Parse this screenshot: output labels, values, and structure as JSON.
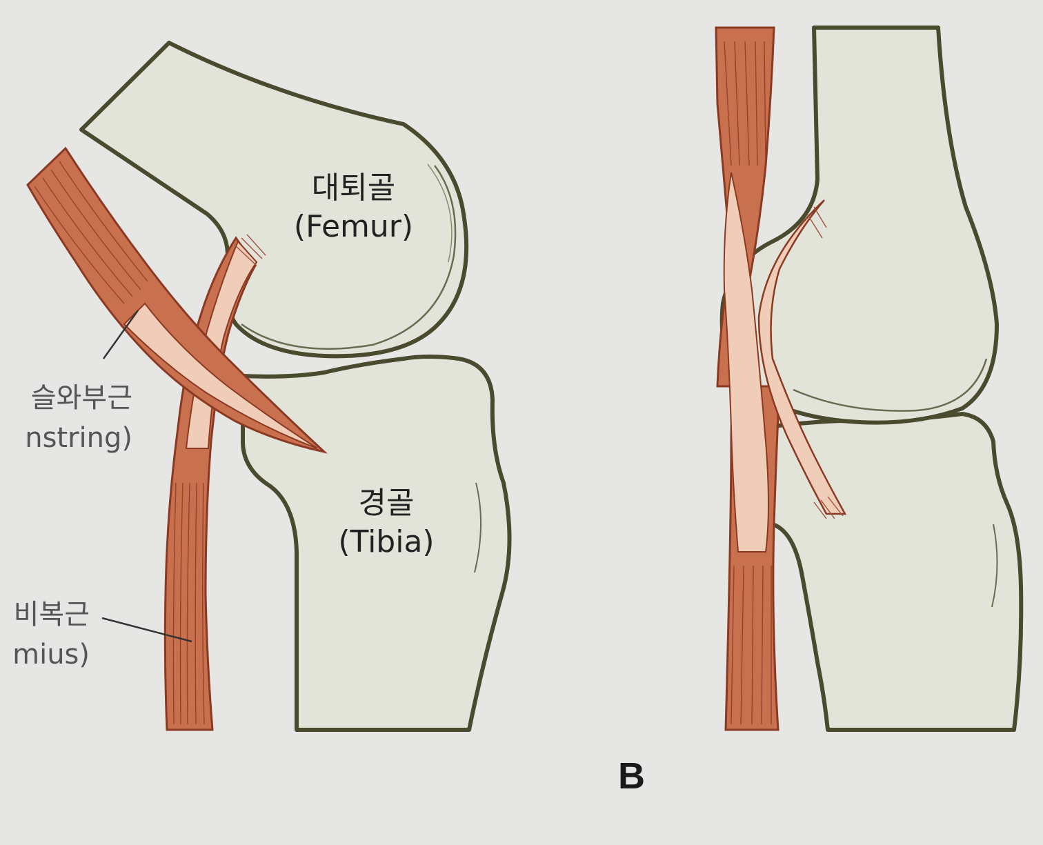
{
  "labels": {
    "femur": {
      "korean": "대퇴골",
      "latin": "(Femur)"
    },
    "tibia": {
      "korean": "경골",
      "latin": "(Tibia)"
    },
    "hamstring": {
      "korean": "슬와부근",
      "latin": "nstring)"
    },
    "gastrocnemius": {
      "korean": "비복근",
      "latin": "mius)"
    }
  },
  "panel_letter": "B",
  "colors": {
    "page": "#e6e6e4",
    "bone_fill": "#e2e4da",
    "bone_outline": "#4a4a2e",
    "muscle": "#c9704f",
    "muscle_dark": "#8a3a22",
    "tendon": "#efcdb8"
  }
}
